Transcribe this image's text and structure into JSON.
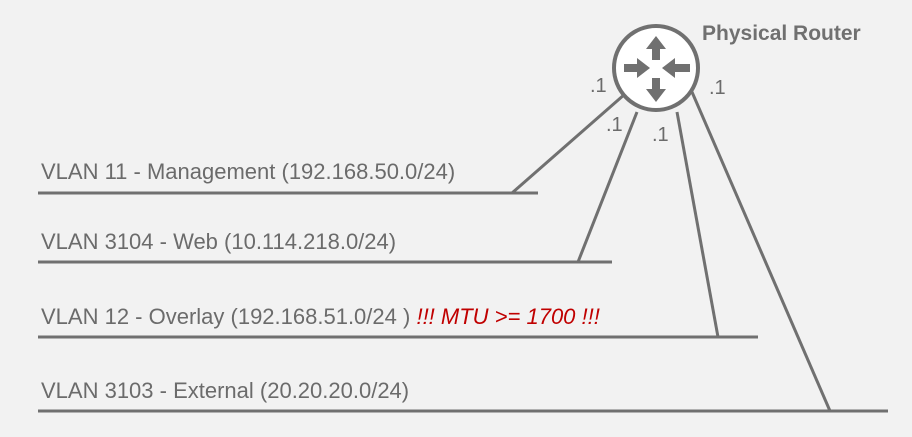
{
  "router": {
    "title": "Physical Router",
    "icon": "router-icon",
    "interface_labels": [
      ".1",
      ".1",
      ".1",
      ".1"
    ]
  },
  "vlans": [
    {
      "label": "VLAN 11 - Management (192.168.50.0/24)"
    },
    {
      "label": "VLAN 3104 - Web (10.114.218.0/24)"
    },
    {
      "label": "VLAN 12 - Overlay (192.168.51.0/24 )",
      "warning": "!!! MTU >= 1700 !!!"
    },
    {
      "label": "VLAN 3103 - External (20.20.20.0/24)"
    }
  ],
  "colors": {
    "background": "#f2f2f2",
    "line": "#707070",
    "text": "#6b6b6b",
    "warning": "#c00000"
  }
}
